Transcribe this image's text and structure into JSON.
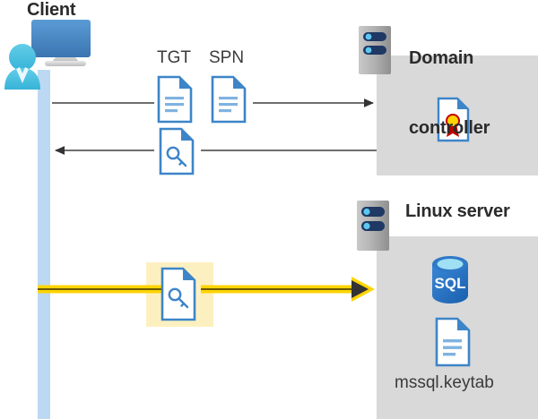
{
  "diagram": {
    "type": "kerberos-authentication-flow",
    "background": "#ffffff",
    "actors": {
      "client": {
        "label": "Client",
        "icon": "client-workstation-icon",
        "lifeline_color": "#bcd8f2"
      },
      "domain_controller": {
        "label": "Domain\ncontroller",
        "label_line1": "Domain",
        "label_line2": "controller",
        "icon": "server-rack-icon",
        "panel_color": "#d9d9d9",
        "contents": [
          {
            "name": "certificate-document-icon",
            "label": ""
          }
        ]
      },
      "linux_server": {
        "label": "Linux server",
        "icon": "server-rack-icon",
        "panel_color": "#d9d9d9",
        "contents": [
          {
            "name": "sql-database-icon",
            "label": "SQL"
          },
          {
            "name": "keytab-document-icon",
            "label": "mssql.keytab"
          }
        ]
      }
    },
    "messages": [
      {
        "id": "request",
        "direction": "client-to-dc",
        "color": "#3f3f3f",
        "icons": [
          {
            "name": "document-icon",
            "label": "TGT"
          },
          {
            "name": "document-icon",
            "label": "SPN"
          }
        ]
      },
      {
        "id": "response",
        "direction": "dc-to-client",
        "color": "#3f3f3f",
        "icons": [
          {
            "name": "key-document-icon",
            "label": ""
          }
        ]
      },
      {
        "id": "service-ticket",
        "direction": "client-to-linux",
        "color": "#ffd400",
        "highlighted": true,
        "highlight_color": "#fdf0c0",
        "icons": [
          {
            "name": "key-document-icon",
            "label": ""
          }
        ]
      }
    ],
    "labels": {
      "tgt": "TGT",
      "spn": "SPN",
      "sql": "SQL",
      "keytab_file": "mssql.keytab"
    },
    "colors": {
      "accent_blue": "#3d85c8",
      "doc_fill": "#ffffff",
      "doc_line": "#8cb8e0",
      "panel_gray": "#d9d9d9",
      "server_gray": "#a6a6a6",
      "server_dark": "#1f3864",
      "arrow_yellow": "#ffd400",
      "arrow_dark": "#333333",
      "lifeline": "#bcd8f2",
      "text_dark": "#2b2b2b"
    }
  }
}
